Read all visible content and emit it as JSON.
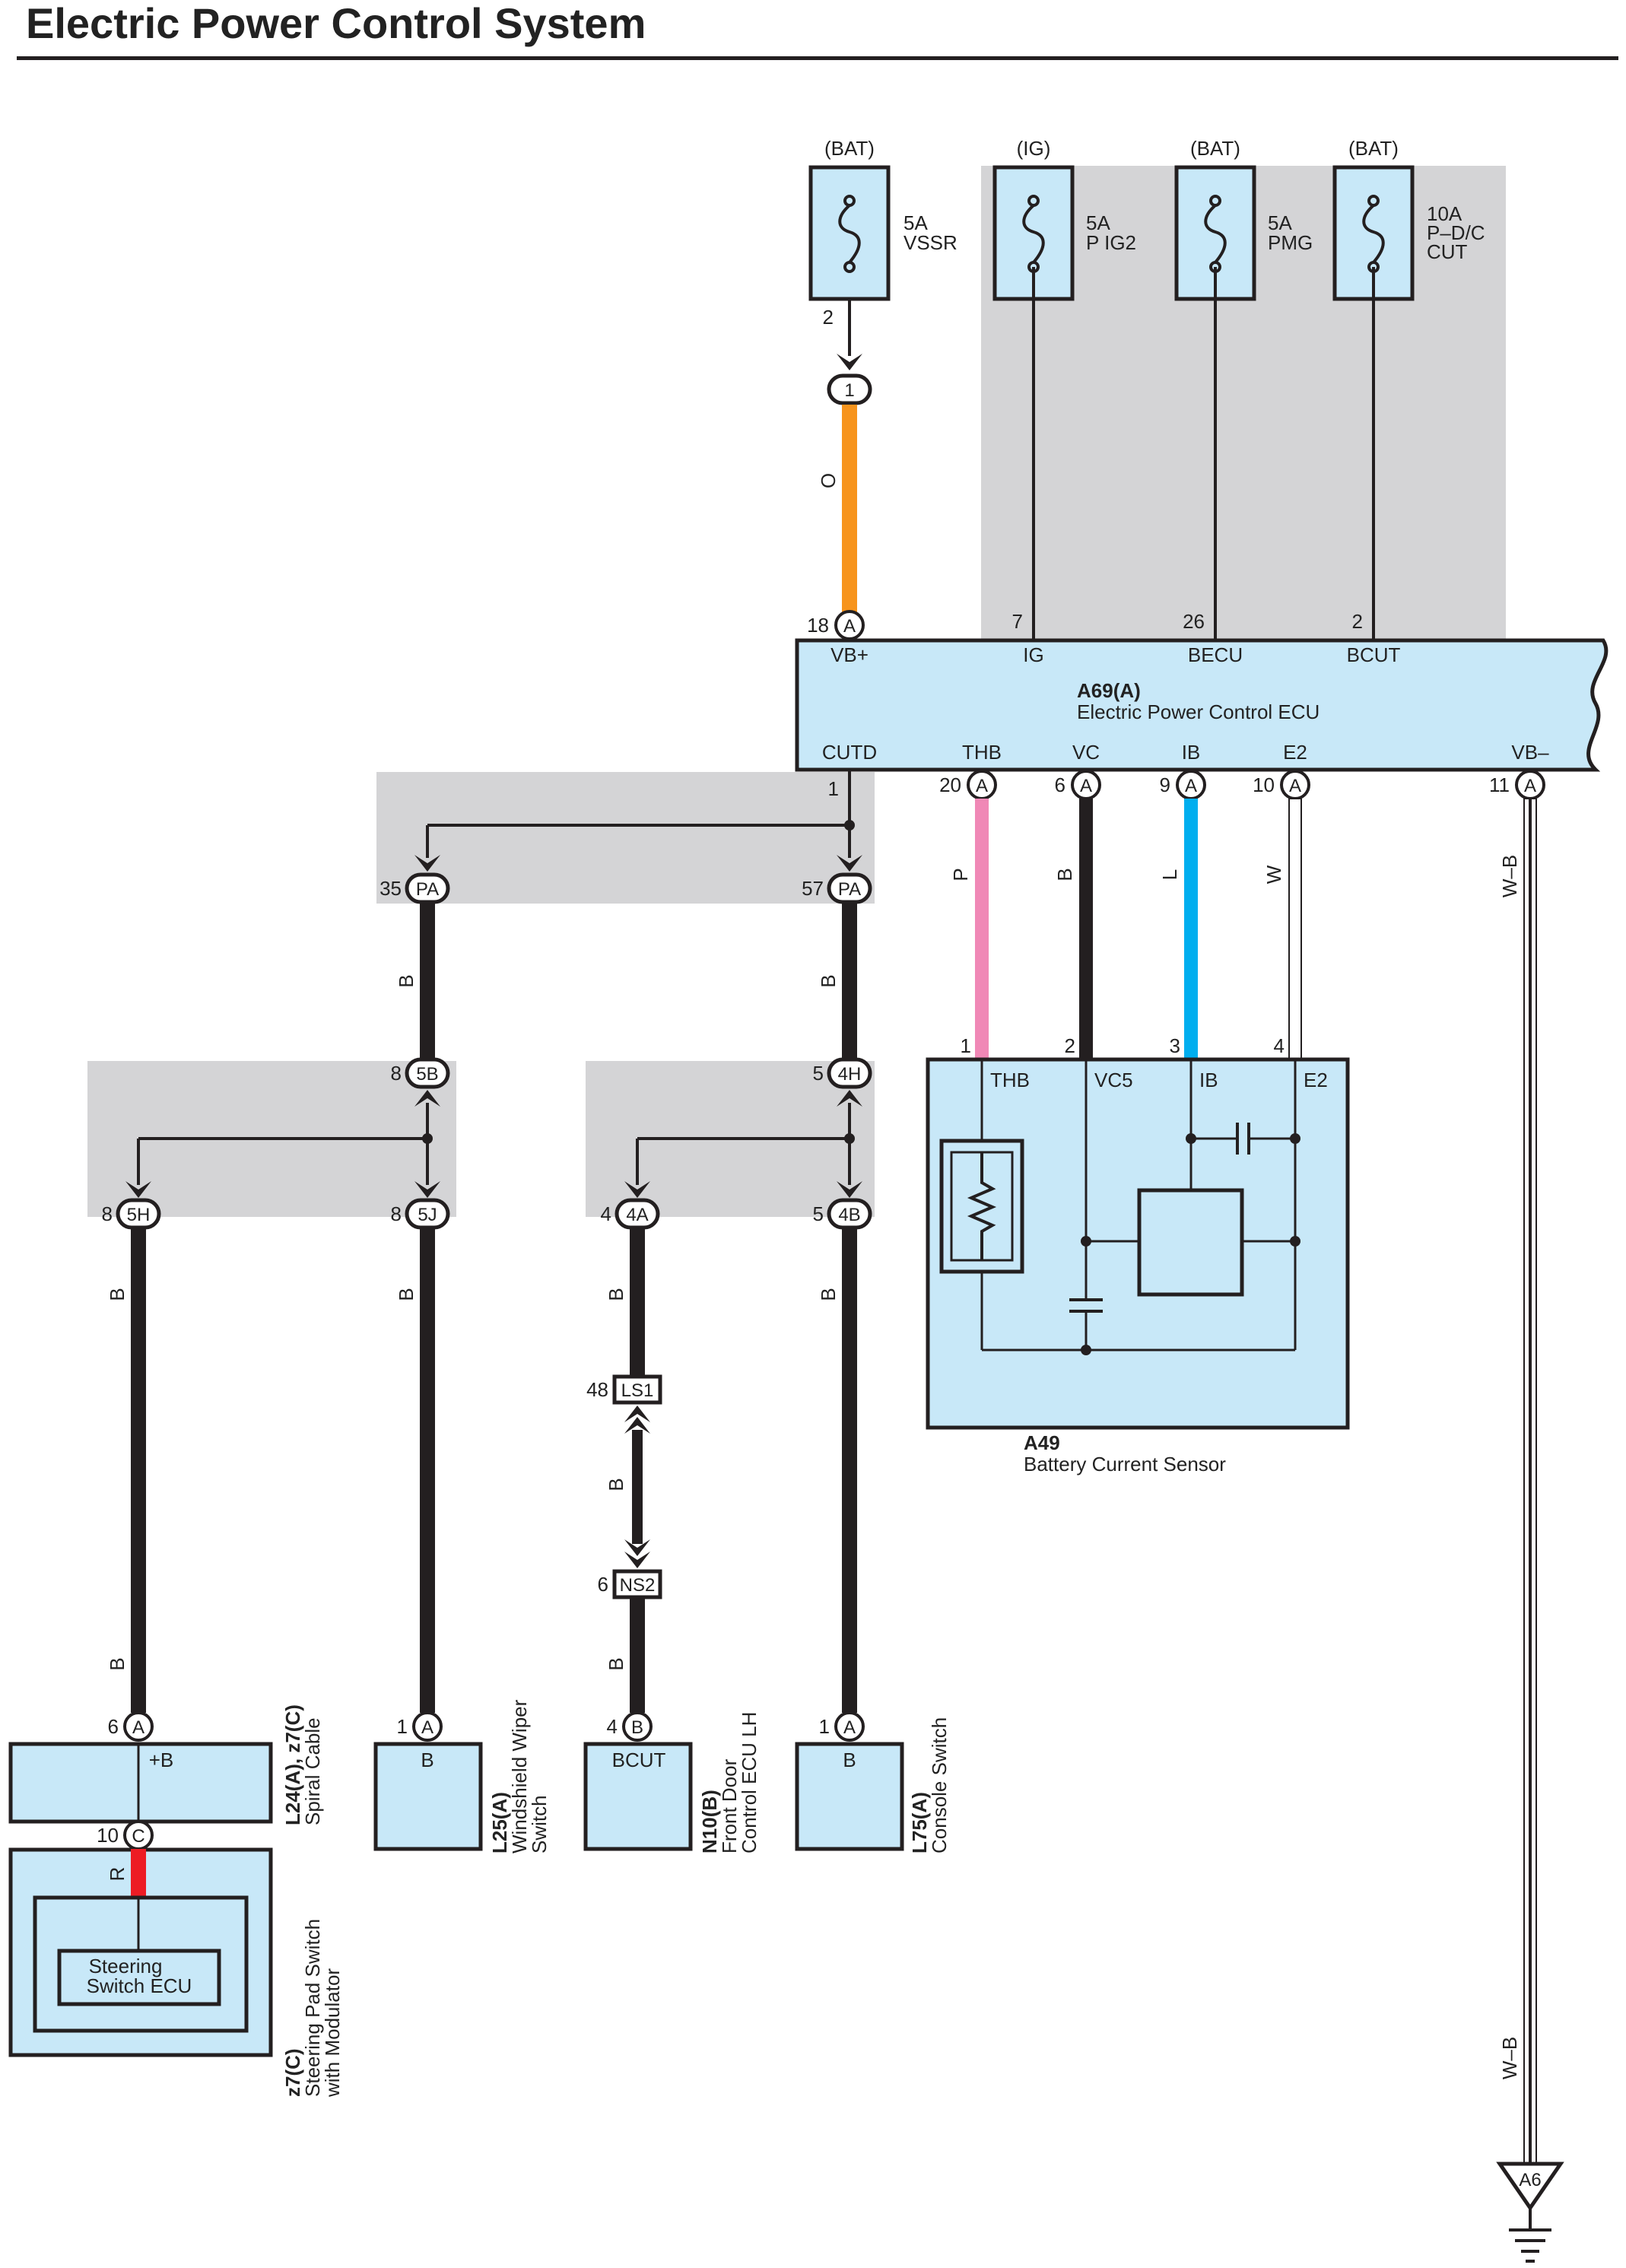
{
  "title": "Electric Power Control System",
  "colors": {
    "orange_wire": "#f7941d",
    "pink_wire": "#f088b6",
    "blue_wire": "#00aeef",
    "red_wire": "#ed1c24",
    "black_wire": "#231f20",
    "component_fill": "#c8e8f8",
    "shade": "#d4d4d6"
  },
  "fuses": [
    {
      "source": "(BAT)",
      "line1": "5A",
      "line2": "VSSR",
      "line3": ""
    },
    {
      "source": "(IG)",
      "line1": "5A",
      "line2": "P IG2",
      "line3": ""
    },
    {
      "source": "(BAT)",
      "line1": "5A",
      "line2": "PMG",
      "line3": ""
    },
    {
      "source": "(BAT)",
      "line1": "10A",
      "line2": "P–D/C",
      "line3": "CUT"
    }
  ],
  "ecu": {
    "id": "A69(A)",
    "name": "Electric Power Control ECU",
    "top_terminals": [
      {
        "pin": "18",
        "conn": "A",
        "label": "VB+"
      },
      {
        "pin": "7",
        "label": "IG"
      },
      {
        "pin": "26",
        "label": "BECU"
      },
      {
        "pin": "2",
        "label": "BCUT"
      }
    ],
    "bottom_terminals": [
      {
        "pin": "1",
        "label": "CUTD"
      },
      {
        "pin": "20",
        "conn": "A",
        "label": "THB"
      },
      {
        "pin": "6",
        "conn": "A",
        "label": "VC"
      },
      {
        "pin": "9",
        "conn": "A",
        "label": "IB"
      },
      {
        "pin": "10",
        "conn": "A",
        "label": "E2"
      },
      {
        "pin": "11",
        "conn": "A",
        "label": "VB–"
      }
    ]
  },
  "vssr_pin": "2",
  "vssr_joint": "1",
  "wire_colors": {
    "vssr": "O",
    "thb": "P",
    "vc": "B",
    "ib": "L",
    "e2": "W",
    "ground_upper": "W–B",
    "ground_lower": "W–B",
    "pa35": "B",
    "pa57": "B",
    "left_5h_upper": "B",
    "left_5h_lower": "B",
    "wiper": "B",
    "door_a": "B",
    "door_b": "B",
    "door_c": "B",
    "console": "B",
    "steering": "R"
  },
  "connectors": {
    "pa_left": {
      "pin": "35",
      "name": "PA"
    },
    "pa_right": {
      "pin": "57",
      "name": "PA"
    },
    "c5b": {
      "pin": "8",
      "name": "5B"
    },
    "c4h": {
      "pin": "5",
      "name": "4H"
    },
    "c5h": {
      "pin": "8",
      "name": "5H"
    },
    "c5j": {
      "pin": "8",
      "name": "5J"
    },
    "c4a": {
      "pin": "4",
      "name": "4A"
    },
    "c4b": {
      "pin": "5",
      "name": "4B"
    },
    "ls1": {
      "pin": "48",
      "name": "LS1"
    },
    "ns2": {
      "pin": "6",
      "name": "NS2"
    }
  },
  "sensor": {
    "id": "A49",
    "name": "Battery Current Sensor",
    "pins": [
      {
        "pin": "1",
        "label": "THB"
      },
      {
        "pin": "2",
        "label": "VC5"
      },
      {
        "pin": "3",
        "label": "IB"
      },
      {
        "pin": "4",
        "label": "E2"
      }
    ]
  },
  "components": {
    "spiral": {
      "pin": "6",
      "conn": "A",
      "label": "+B",
      "id": "L24(A), z7(C)",
      "name": "Spiral Cable",
      "pin2": "10",
      "conn2": "C"
    },
    "steering": {
      "id": "z7(C)",
      "name1": "Steering Pad Switch",
      "name2": "with Modulator",
      "ecu1": "Steering",
      "ecu2": "Switch ECU"
    },
    "wiper": {
      "pin": "1",
      "conn": "A",
      "label": "B",
      "id": "L25(A)",
      "name1": "Windshield Wiper",
      "name2": "Switch"
    },
    "door": {
      "pin": "4",
      "conn": "B",
      "label": "BCUT",
      "id": "N10(B)",
      "name1": "Front Door",
      "name2": "Control ECU LH"
    },
    "console": {
      "pin": "1",
      "conn": "A",
      "label": "B",
      "id": "L75(A)",
      "name1": "Console Switch"
    }
  },
  "ground": {
    "label": "A6"
  }
}
